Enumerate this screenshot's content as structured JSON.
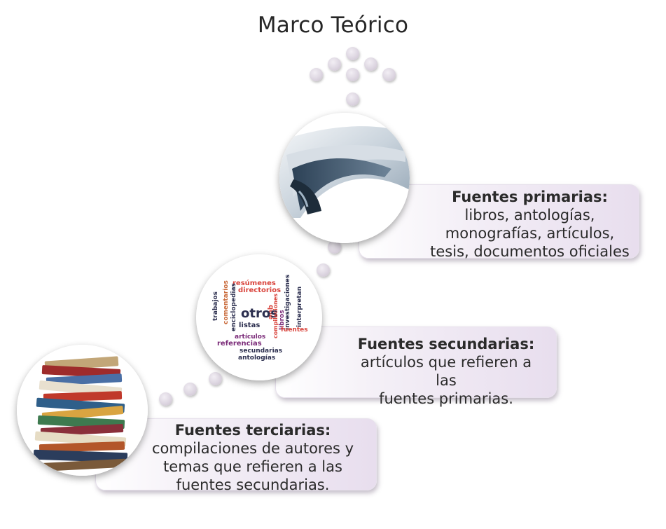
{
  "title": "Marco Teórico",
  "cards": {
    "primary": {
      "heading": "Fuentes primarias:",
      "lines": [
        "libros, antologías,",
        "monografías, artículos,",
        "tesis, documentos oficiales"
      ]
    },
    "secondary": {
      "heading": "Fuentes secundarias:",
      "lines": [
        "artículos que refieren a las",
        "fuentes primarias."
      ]
    },
    "tertiary": {
      "heading": "Fuentes terciarias:",
      "lines": [
        "compilaciones de autores y",
        "temas que refieren a las",
        "fuentes secundarias."
      ]
    }
  },
  "word_cloud": {
    "words": [
      "resúmenes",
      "directorios",
      "comentarios",
      "trabajos",
      "enciclopedias",
      "que",
      "investigaciones",
      "interpretan",
      "otros",
      "libros",
      "fuentes",
      "compilaciones",
      "listas",
      "artículos",
      "referencias",
      "secundarias",
      "antologías"
    ]
  },
  "colors": {
    "card_gradient_end": "#e8deee",
    "dot": "#ddd6e1",
    "text": "#2a2a2a",
    "word_red": "#d9443c",
    "word_navy": "#2c2f4f",
    "word_purple": "#7a2a78"
  },
  "icons": {
    "primary": "open-book-image",
    "secondary": "word-cloud-image",
    "tertiary": "book-stack-image"
  }
}
